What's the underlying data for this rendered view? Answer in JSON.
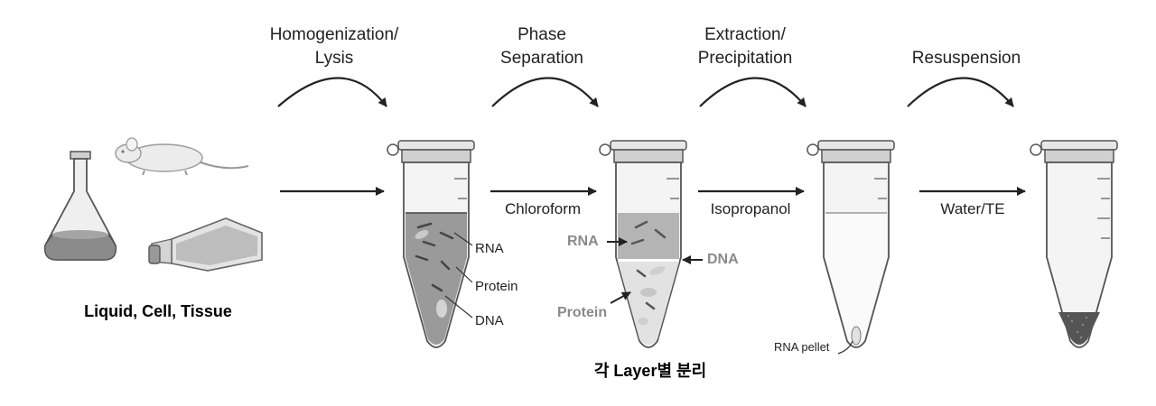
{
  "steps": [
    {
      "line1": "Homogenization/",
      "line2": "Lysis"
    },
    {
      "line1": "Phase",
      "line2": "Separation"
    },
    {
      "line1": "Extraction/",
      "line2": "Precipitation"
    },
    {
      "line1": "Resuspension",
      "line2": ""
    }
  ],
  "reagents": {
    "chloroform": "Chloroform",
    "isopropanol": "Isopropanol",
    "water_te": "Water/TE"
  },
  "sample_caption": "Liquid, Cell, Tissue",
  "tube1_labels": {
    "rna": "RNA",
    "protein": "Protein",
    "dna": "DNA"
  },
  "tube2_labels": {
    "rna": "RNA",
    "dna": "DNA",
    "protein": "Protein"
  },
  "tube3_label": "RNA pellet",
  "bottom_caption": "각 Layer별 분리",
  "icons": [
    "flask-icon",
    "mouse-icon",
    "culture-flask-icon",
    "tube-icon"
  ]
}
